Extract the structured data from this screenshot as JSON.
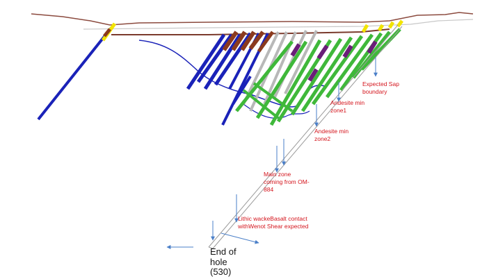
{
  "annotations": [
    {
      "id": "expected-sap-boundary",
      "text": "Expected Sap\nboundary"
    },
    {
      "id": "andesite-min-zone1",
      "text": "Andesite min\nzone1"
    },
    {
      "id": "andesite-min-zone2",
      "text": "Andesite min\nzone2"
    },
    {
      "id": "main-zone",
      "text": "Main zone\ncoming from OM-\n884"
    },
    {
      "id": "lithic-wacke-contact",
      "text": "Lithic wackeBasalt contact\nwithWenot Shear expected"
    }
  ],
  "end_of_hole": "End of\nhole\n(530)",
  "colors": {
    "annotation_text": "#d4141c",
    "arrow": "#4a7fc8",
    "topography": "#8b4a3e",
    "saprolite_boundary": "#7a3a2c",
    "drillhole_blue": "#1a22b8",
    "drillhole_green": "#3fb83a",
    "drillhole_brown": "#8b3a1e",
    "drillhole_purple": "#6a1d78",
    "drillhole_yellow": "#f2e400",
    "planned_hole": "#b8b8b8"
  }
}
